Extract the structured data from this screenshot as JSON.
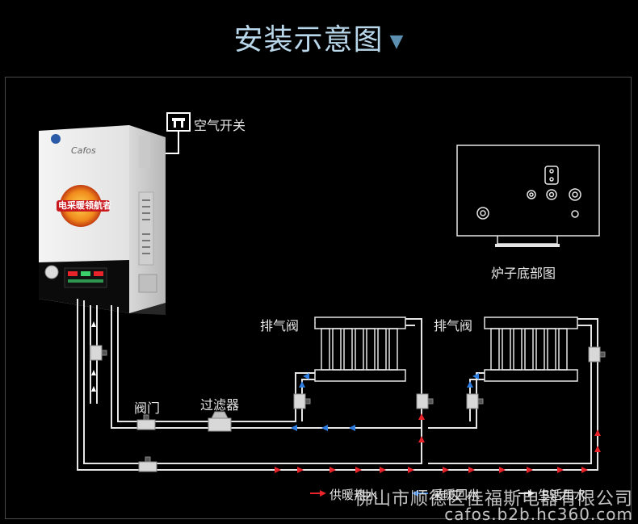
{
  "title": "安装示意图",
  "labels": {
    "air_switch": "空气开关",
    "furnace_bottom": "炉子底部图",
    "vent_valve_1": "排气阀",
    "vent_valve_2": "排气阀",
    "valve": "阀门",
    "filter": "过滤器"
  },
  "legend": {
    "supply": "供暖热水",
    "return": "采暖回水",
    "tap": "生活用水"
  },
  "boiler": {
    "brand": "Cafos",
    "badge": "电采暖领航者"
  },
  "watermark": {
    "company": "佛山市顺德区佳福斯电器有限公司",
    "url": "cafos.b2b.hc360.com"
  },
  "colors": {
    "supply_arrow": "#e8232a",
    "return_arrow": "#2e7de0",
    "pipe": "#e6e6e6",
    "title": "#b9d7ea"
  }
}
